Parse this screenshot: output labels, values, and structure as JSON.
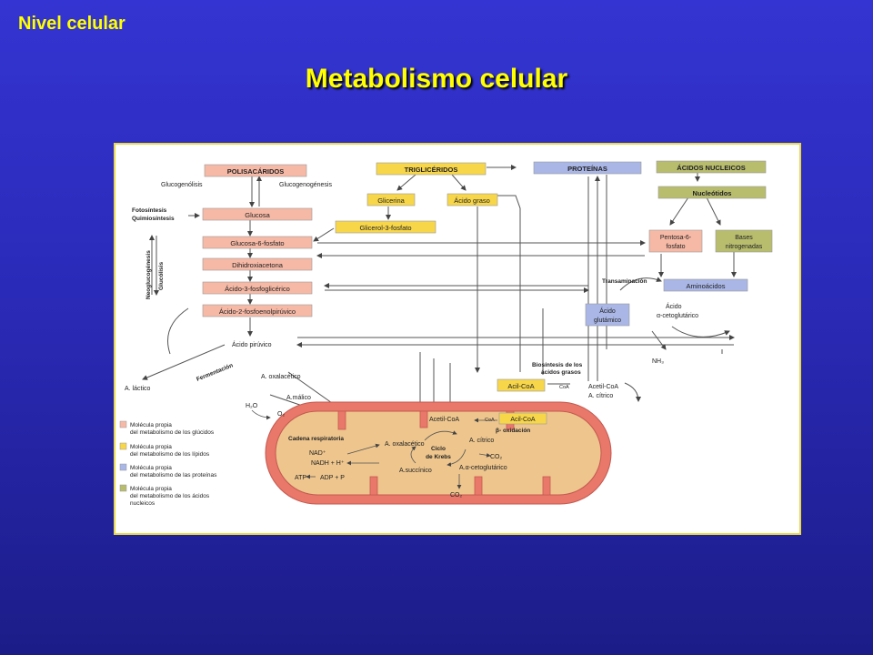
{
  "header": {
    "corner_label": "Nivel celular",
    "slide_title": "Metabolismo celular"
  },
  "colors": {
    "background": "#2d2dbf",
    "title_yellow": "#ffff00",
    "glucidos": "#f6b9a6",
    "lipidos": "#f7d64a",
    "proteinas": "#a9b6e6",
    "acidos_nucleicos": "#b8bd6e",
    "mitochondria_outer": "#e9776a",
    "mitochondria_inner": "#edc58d"
  },
  "diagram": {
    "boxes": {
      "polisacaridos": "POLISACÁRIDOS",
      "glucosa": "Glucosa",
      "glucosa6p": "Glucosa-6-fosfato",
      "dihidroxiacetona": "Dihidroxiacetona",
      "a3pg": "Ácido-3-fosfoglicérico",
      "a2pep": "Ácido-2-fosfoenolpirúvico",
      "trigliceridos": "TRIGLICÉRIDOS",
      "glicerina": "Glicerina",
      "acido_graso": "Ácido graso",
      "glicerol3p": "Glicerol-3-fosfato",
      "proteinas": "PROTEÍNAS",
      "acidos_nucleicos": "ÁCIDOS NUCLEICOS",
      "nucleotidos": "Nucleótidos",
      "pentosa_1": "Pentosa-6-",
      "pentosa_2": "fosfato",
      "bases_1": "Bases",
      "bases_2": "nitrogenadas",
      "aminoacidos": "Aminoácidos",
      "glutamico_1": "Ácido",
      "glutamico_2": "glutámico",
      "acil_coa_top": "Acil-CoA",
      "acil_coa_mito": "Acil-CoA"
    },
    "labels": {
      "glucogenolisis": "Glucogenólisis",
      "glucogenogenesis": "Glucogenogénesis",
      "fotosintesis": "Fotosíntesis",
      "quimiosintesis": "Quimiosíntesis",
      "neoglucogenesis": "Neoglucogénesis",
      "glucolisis": "Glucólisis",
      "transaminacion": "Transaminación",
      "cetoglutarico_1": "Ácido",
      "cetoglutarico_2": "α-cetoglutárico",
      "nh3": "NH₃",
      "piruvico": "Ácido pirúvico",
      "fermentacion": "Fermentación",
      "lactico": "A. láctico",
      "oxalacetico_out": "A. oxalacético",
      "malico": "A.málico",
      "biosintesis_1": "Biosíntesis de los",
      "biosintesis_2": "ácidos grasos",
      "acetil_coa_out": "Acetil-CoA",
      "citrico_out": "A. cítrico",
      "coa_1": "CoA",
      "coa_2": "CoA",
      "h2o": "H₂O",
      "o2": "O₂",
      "cadena": "Cadena respiratoria",
      "nad": "NAD⁺",
      "nadh": "NADH + H⁺",
      "atp": "ATP",
      "adp": "ADP + P",
      "acetil_coa_in": "Acetil-CoA",
      "beta_ox": "β- oxidación",
      "oxalacetico_in": "A. oxalacético",
      "citrico_in": "A. cítrico",
      "ciclo_1": "Ciclo",
      "ciclo_2": "de Krebs",
      "co2_1": "CO₂",
      "succinico": "A.succínico",
      "cetoglut_in": "A.α-cetoglutárico",
      "co2_2": "CO₂"
    },
    "legend": [
      {
        "key": "glucidos",
        "line1": "Molécula propia",
        "line2": "del metabolismo de los glúcidos",
        "line3": ""
      },
      {
        "key": "lipidos",
        "line1": "Molécula propia",
        "line2": "del metabolismo de los lípidos",
        "line3": ""
      },
      {
        "key": "proteinas",
        "line1": "Molécula propia",
        "line2": "del metabolismo de las proteínas",
        "line3": ""
      },
      {
        "key": "acidos_nucleicos",
        "line1": "Molécula propia",
        "line2": "del metabolismo de los ácidos",
        "line3": "nucleicos"
      }
    ]
  }
}
